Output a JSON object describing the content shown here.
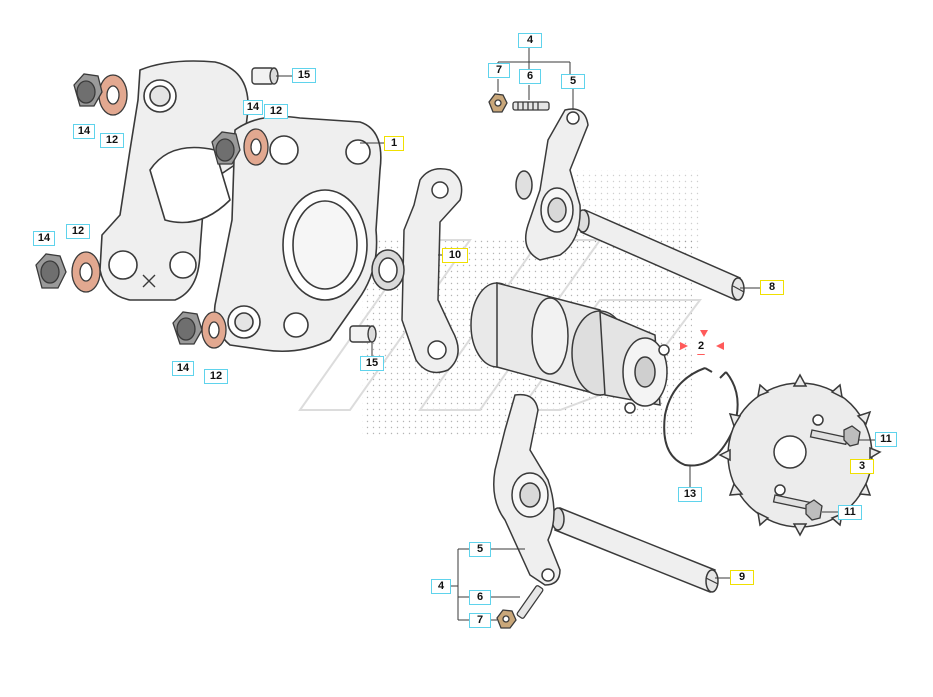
{
  "diagram": {
    "colors": {
      "part_fill": "#efefef",
      "part_stroke": "#3a3a3a",
      "washer_fill": "#e2a890",
      "nut_fill": "#9a9a9a",
      "callout_cyan": "#5fd3ec",
      "callout_yellow": "#f0e000",
      "marker_red": "#ff5a5a",
      "watermark": "#d8d8d8"
    },
    "callouts": {
      "c1": "1",
      "c2": "2",
      "c3": "3",
      "c4_top": "4",
      "c4_bot": "4",
      "c5_top": "5",
      "c5_bot": "5",
      "c6_top": "6",
      "c6_bot": "6",
      "c7_top": "7",
      "c7_bot": "7",
      "c8": "8",
      "c9": "9",
      "c10": "10",
      "c11_top": "11",
      "c11_bot": "11",
      "c12_a": "12",
      "c12_b": "12",
      "c12_c": "12",
      "c12_d": "12",
      "c13": "13",
      "c14_a": "14",
      "c14_b": "14",
      "c14_c": "14",
      "c14_d": "14",
      "c15_top": "15",
      "c15_bot": "15"
    }
  }
}
